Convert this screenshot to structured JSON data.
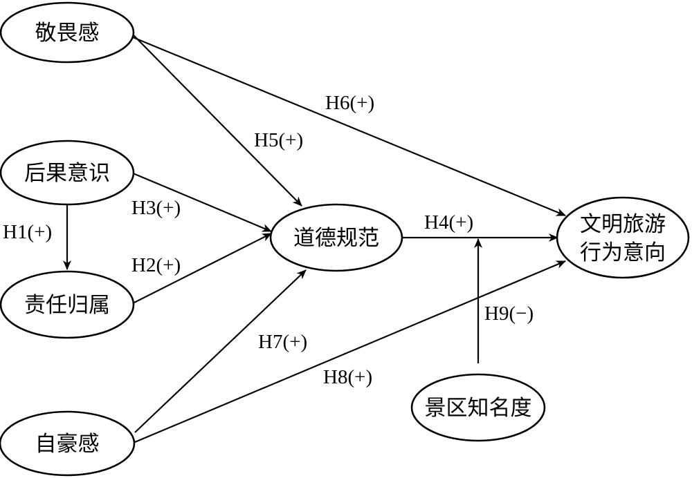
{
  "nodes": {
    "awe": "敬畏感",
    "consequence_awareness": "后果意识",
    "responsibility_attribution": "责任归属",
    "pride": "自豪感",
    "moral_norm": "道德规范",
    "civilized_intention_line1": "文明旅游",
    "civilized_intention_line2": "行为意向",
    "scenic_fame": "景区知名度"
  },
  "edges": {
    "h1": "H1(+)",
    "h2": "H2(+)",
    "h3": "H3(+)",
    "h4": "H4(+)",
    "h5": "H5(+)",
    "h6": "H6(+)",
    "h7": "H7(+)",
    "h8": "H8(+)",
    "h9": "H9(−)"
  }
}
